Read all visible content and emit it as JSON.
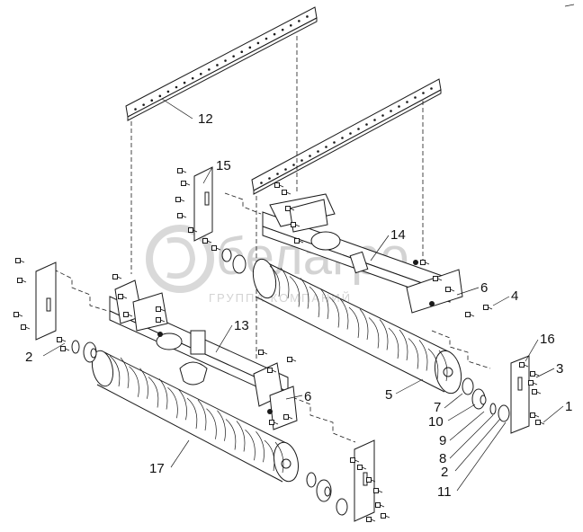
{
  "watermark": {
    "brand": "белагро",
    "tagline": "ГРУППА КОМПАНИЙ",
    "color": "#d3d3d3"
  },
  "callouts": [
    {
      "id": "c12",
      "text": "12"
    },
    {
      "id": "c15",
      "text": "15"
    },
    {
      "id": "c14",
      "text": "14"
    },
    {
      "id": "c6a",
      "text": "6"
    },
    {
      "id": "c4",
      "text": "4"
    },
    {
      "id": "c16",
      "text": "16"
    },
    {
      "id": "c3",
      "text": "3"
    },
    {
      "id": "c1",
      "text": "1"
    },
    {
      "id": "c13",
      "text": "13"
    },
    {
      "id": "c6b",
      "text": "6"
    },
    {
      "id": "c5",
      "text": "5"
    },
    {
      "id": "c7",
      "text": "7"
    },
    {
      "id": "c10",
      "text": "10"
    },
    {
      "id": "c9",
      "text": "9"
    },
    {
      "id": "c8",
      "text": "8"
    },
    {
      "id": "c2a",
      "text": "2"
    },
    {
      "id": "c2b",
      "text": "2"
    },
    {
      "id": "c11",
      "text": "11"
    },
    {
      "id": "c17",
      "text": "17"
    }
  ],
  "line_color": "#1a1a1a"
}
